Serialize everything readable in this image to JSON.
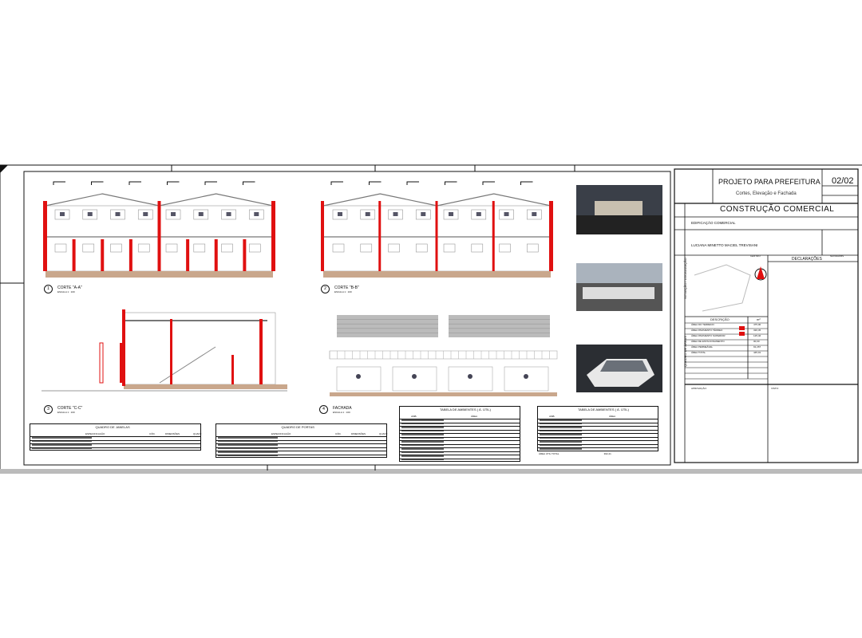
{
  "sheet": {
    "number": "02/02",
    "title": "PROJETO PARA PREFEITURA",
    "subtitle": "Cortes, Elevação e Fachada",
    "project": "CONSTRUÇÃO COMERCIAL",
    "use": "EDIFICAÇÃO COMERCIAL",
    "owner": "LUCIANA MINETTO MACIEL TREVISANI",
    "city": "NAVIRAÍ/MS",
    "district": "CENTRO",
    "declarations_title": "DECLARAÇÕES",
    "location_label": "SITUAÇÃO / LOCALIZAÇÃO",
    "areas_label": "QUADRO DE ÁREAS",
    "areas_header": [
      "DESCRIÇÃO",
      "m²"
    ],
    "areas": [
      [
        "ÁREA DO TERRENO",
        "475,00"
      ],
      [
        "ÁREA PAVIMENTO TÉRREO",
        "320,45"
      ],
      [
        "ÁREA PAVIMENTO SUPERIOR",
        "125,46"
      ],
      [
        "ÁREA DE ESTACIONAMENTO",
        "00,00"
      ],
      [
        "ÁREA PERMEÁVEL",
        "91,267"
      ],
      [
        "ÁREA TOTAL",
        "445,91"
      ]
    ],
    "approval_label": "APROVAÇÃO:",
    "notes_label": "VISTO:"
  },
  "drawings": [
    {
      "num": "1",
      "title": "CORTE \"A-A\"",
      "scale": "ESCALA    1 : 100"
    },
    {
      "num": "2",
      "title": "CORTE \"B-B\"",
      "scale": "ESCALA    1 : 100"
    },
    {
      "num": "3",
      "title": "CORTE \"C-C\"",
      "scale": "ESCALA    1 : 100"
    },
    {
      "num": "4",
      "title": "FACHADA",
      "scale": "ESCALA    1 : 100"
    }
  ],
  "tables": {
    "janelas": {
      "title": "QUADRO DE JANELAS",
      "headers": [
        "ESPECIFICAÇÃO",
        "CÓD.",
        "DIMENSÕES",
        "QUANT."
      ],
      "rows": 4
    },
    "portas": {
      "title": "QUADRO DE PORTAS",
      "headers": [
        "ESPECIFICAÇÃO",
        "CÓD.",
        "DIMENSÕES",
        "QUANT."
      ],
      "rows": 6
    },
    "ambientes1": {
      "title": "TABELA DE AMBIENTES ( Á. ÚTIL)",
      "headers": [
        "AMB.",
        "ÁREA"
      ],
      "rows": 12
    },
    "ambientes2": {
      "title": "TABELA DE AMBIENTES ( Á. ÚTIL)",
      "headers": [
        "AMB.",
        "ÁREA"
      ],
      "rows": 9,
      "total_label": "ÁREA ÚTIL TOTAL",
      "total": "302,41"
    }
  },
  "colors": {
    "wall": "#e01010",
    "ground": "#c9a78c",
    "frame": "#111111"
  }
}
